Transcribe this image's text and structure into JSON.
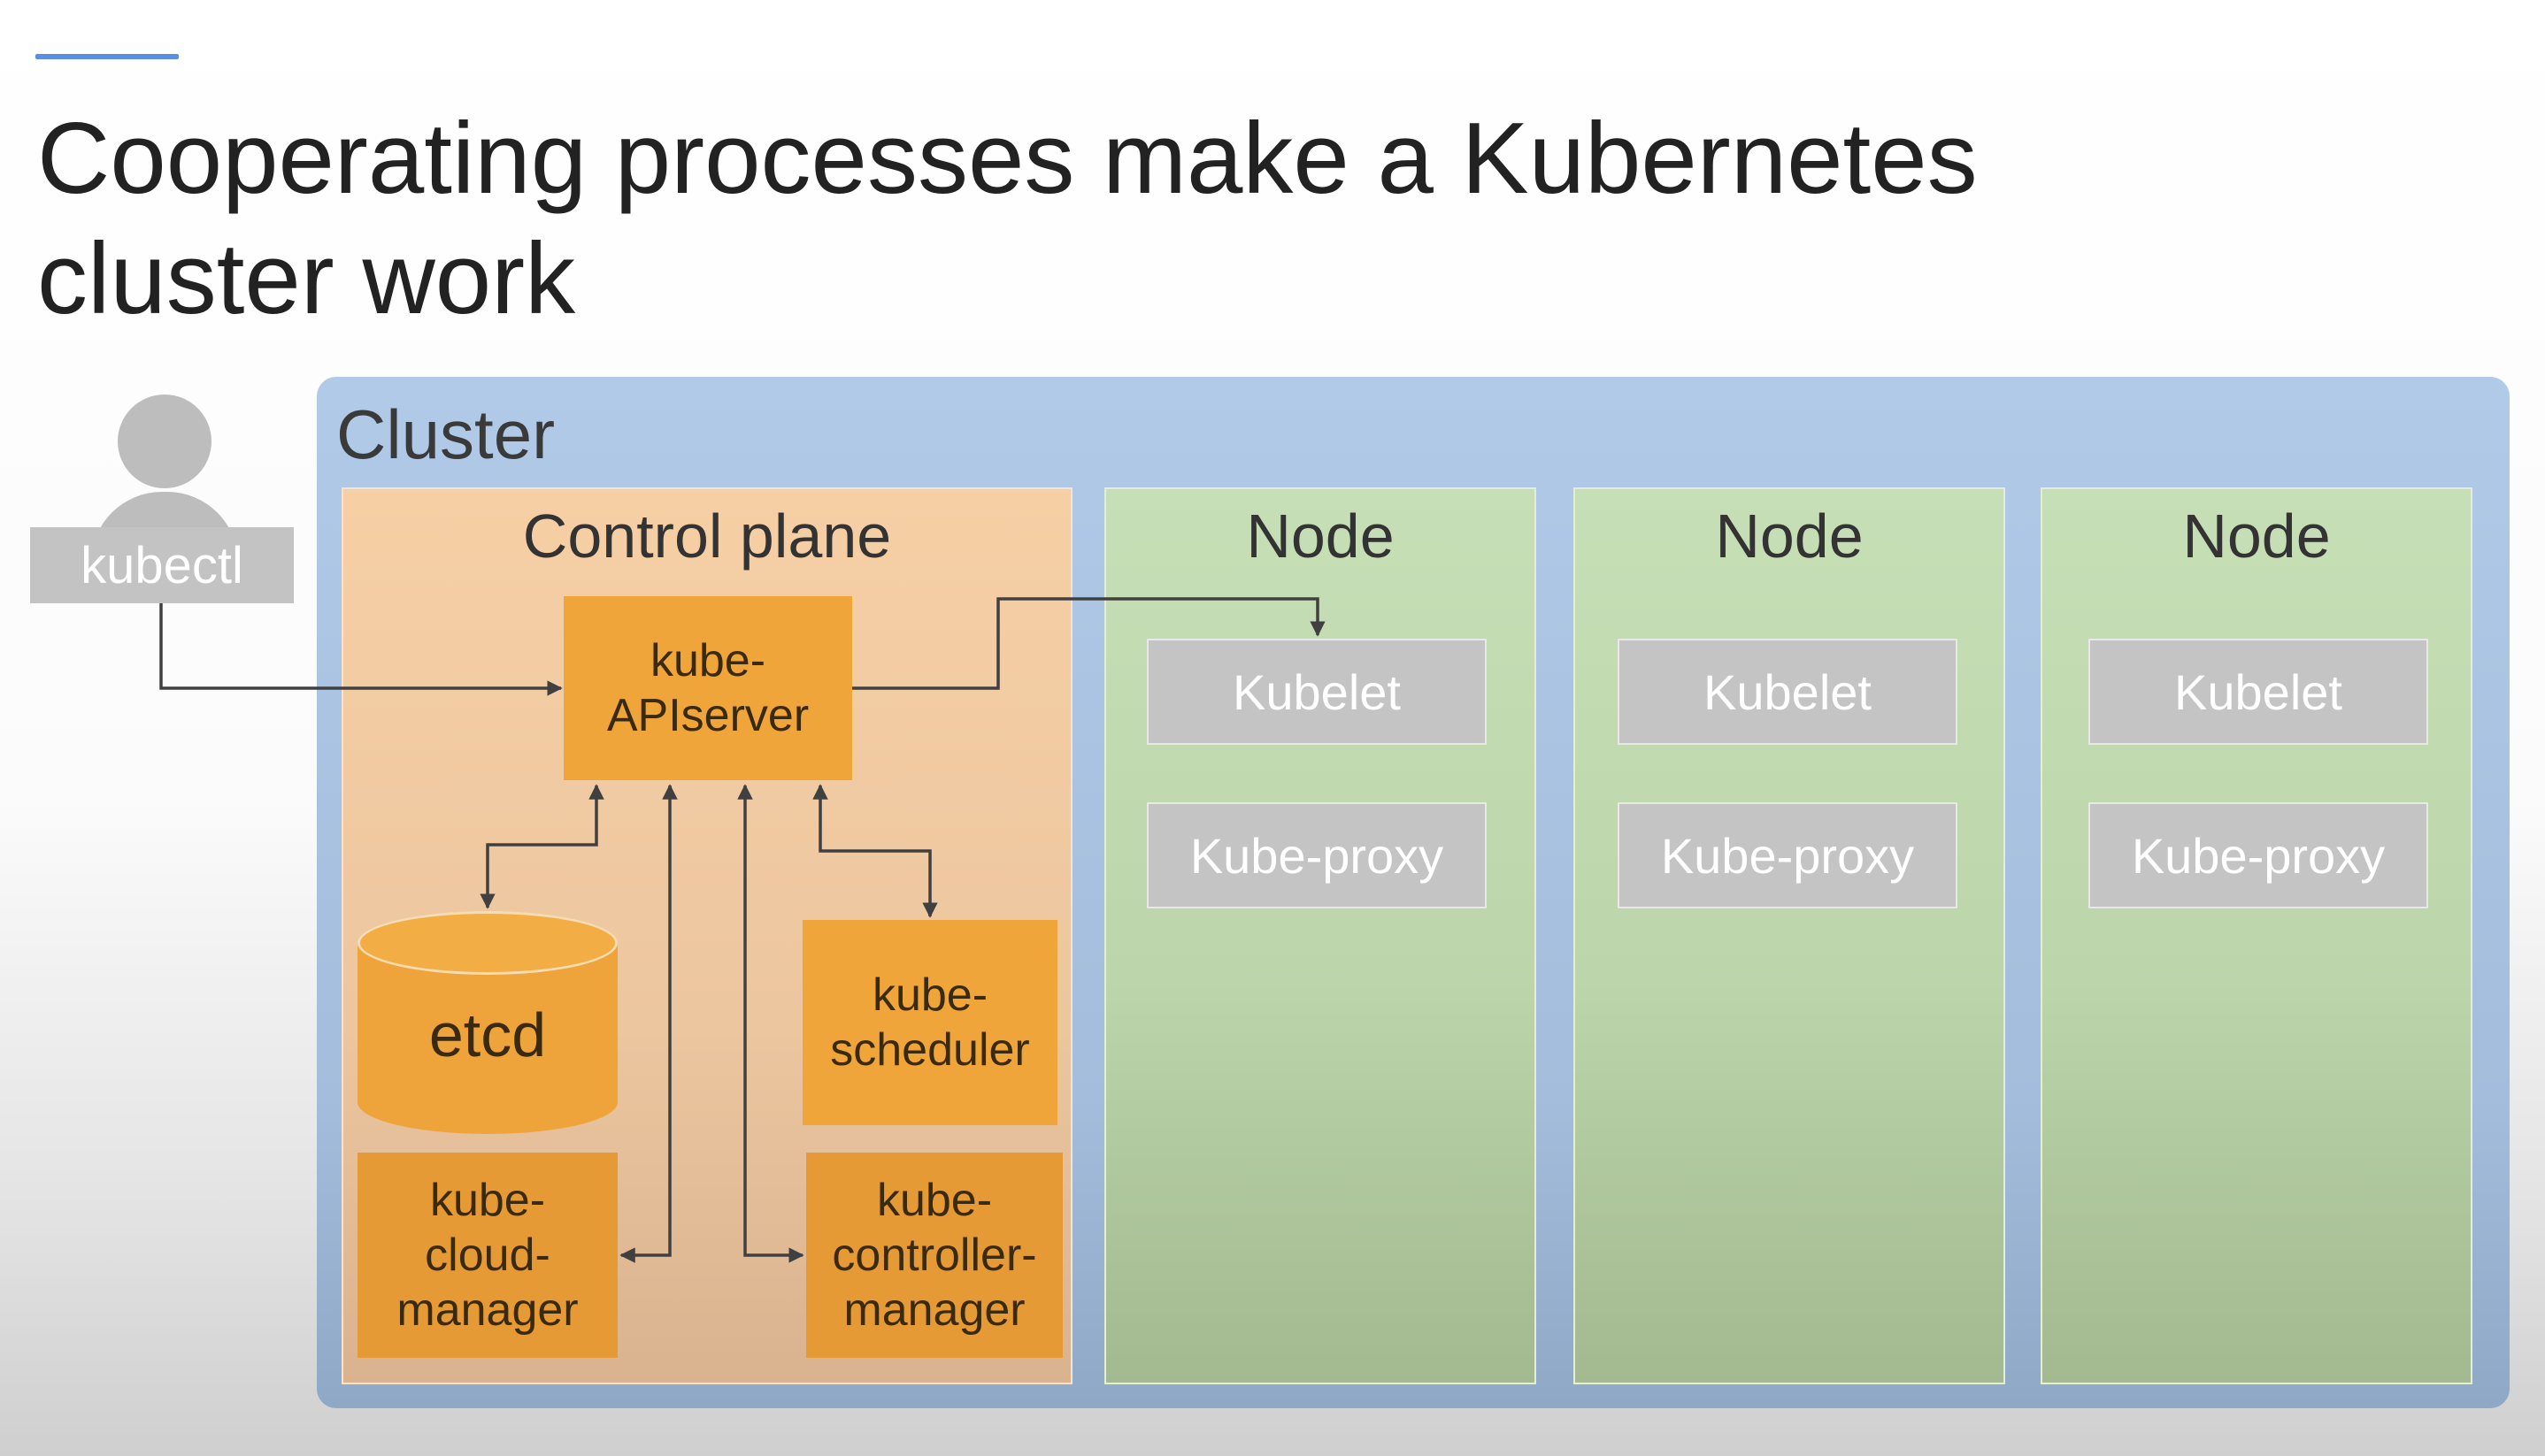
{
  "title": {
    "line1": "Cooperating processes make a Kubernetes",
    "line2": "cluster work"
  },
  "user": {
    "icon": "user-icon",
    "kubectl_label": "kubectl"
  },
  "cluster": {
    "label": "Cluster",
    "control_plane": {
      "label": "Control plane",
      "apiserver": {
        "line1": "kube-",
        "line2": "APIserver"
      },
      "etcd": "etcd",
      "scheduler": {
        "line1": "kube-",
        "line2": "scheduler"
      },
      "cloud_manager": {
        "line1": "kube-",
        "line2": "cloud-",
        "line3": "manager"
      },
      "controller_manager": {
        "line1": "kube-",
        "line2": "controller-",
        "line3": "manager"
      }
    },
    "nodes": [
      {
        "label": "Node",
        "kubelet": "Kubelet",
        "proxy": "Kube-proxy"
      },
      {
        "label": "Node",
        "kubelet": "Kubelet",
        "proxy": "Kube-proxy"
      },
      {
        "label": "Node",
        "kubelet": "Kubelet",
        "proxy": "Kube-proxy"
      }
    ]
  },
  "colors": {
    "accent": "#5b8ee6",
    "cluster_bg": "#b0cae8",
    "control_plane_bg": "#f6cfa5",
    "node_bg": "#c7dfb6",
    "component_orange": "#f0a53b",
    "node_component_gray": "#c4c4c4",
    "arrow": "#404040"
  }
}
